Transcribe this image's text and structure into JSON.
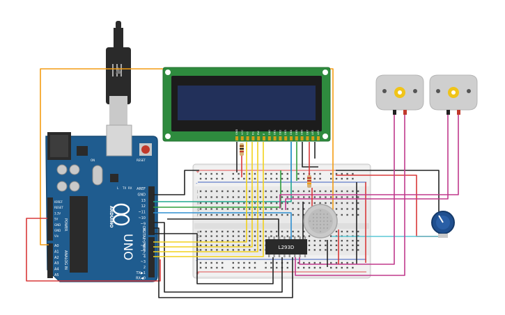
{
  "arduino": {
    "logo": "UNO",
    "brand": "ARDUINO",
    "power_header": "POWER",
    "analog_header": "ANALOG IN",
    "digital_header": "DIGITAL (PWM~)",
    "reset_label": "RESET",
    "power_pins": [
      "IOREF",
      "RESET",
      "3.3V",
      "5V",
      "GND",
      "GND",
      "Vin"
    ],
    "analog_pins": [
      "A0",
      "A1",
      "A2",
      "A3",
      "A4",
      "A5"
    ],
    "top_pins": [
      "AREF",
      "GND",
      "13",
      "12",
      "~11",
      "~10",
      "~9",
      "8"
    ],
    "digital_pins": [
      "7",
      "~6",
      "~5",
      "4",
      "~3",
      "2",
      "TX▶1",
      "RX◀0"
    ],
    "led_labels": [
      "L",
      "TX",
      "RX"
    ],
    "on_label": "ON",
    "colors": {
      "board": "#1f5c8f",
      "board_dark": "#174a74",
      "header": "#2a2a2a"
    }
  },
  "lcd": {
    "pin_labels": [
      "GND",
      "VCC",
      "V0",
      "RS",
      "RW",
      "E",
      "DB0",
      "DB1",
      "DB2",
      "DB3",
      "DB4",
      "DB5",
      "DB6",
      "DB7",
      "LED",
      "LED"
    ],
    "colors": {
      "pcb": "#2e8b3e",
      "bezel": "#1c1c1c",
      "screen": "#22305a"
    }
  },
  "driver_ic": {
    "label": "L293D"
  },
  "breadboard": {
    "row_letters_top": [
      "j",
      "i",
      "h",
      "g",
      "f"
    ],
    "row_letters_bottom": [
      "e",
      "d",
      "c",
      "b",
      "a"
    ],
    "plus": "+",
    "minus": "-"
  },
  "motors": [
    {
      "id": "motor-1"
    },
    {
      "id": "motor-2"
    }
  ],
  "sensor": {
    "id": "gas-sensor"
  },
  "potentiometer": {
    "id": "potentiometer"
  },
  "wire_colors": {
    "orange": "#f39c12",
    "red": "#d93838",
    "black": "#222222",
    "green": "#2e9d3a",
    "blue": "#2e8fd1",
    "yellow": "#f2d21b",
    "magenta": "#c0398c",
    "cyan": "#5bc7d6",
    "teal": "#1fa88e"
  }
}
